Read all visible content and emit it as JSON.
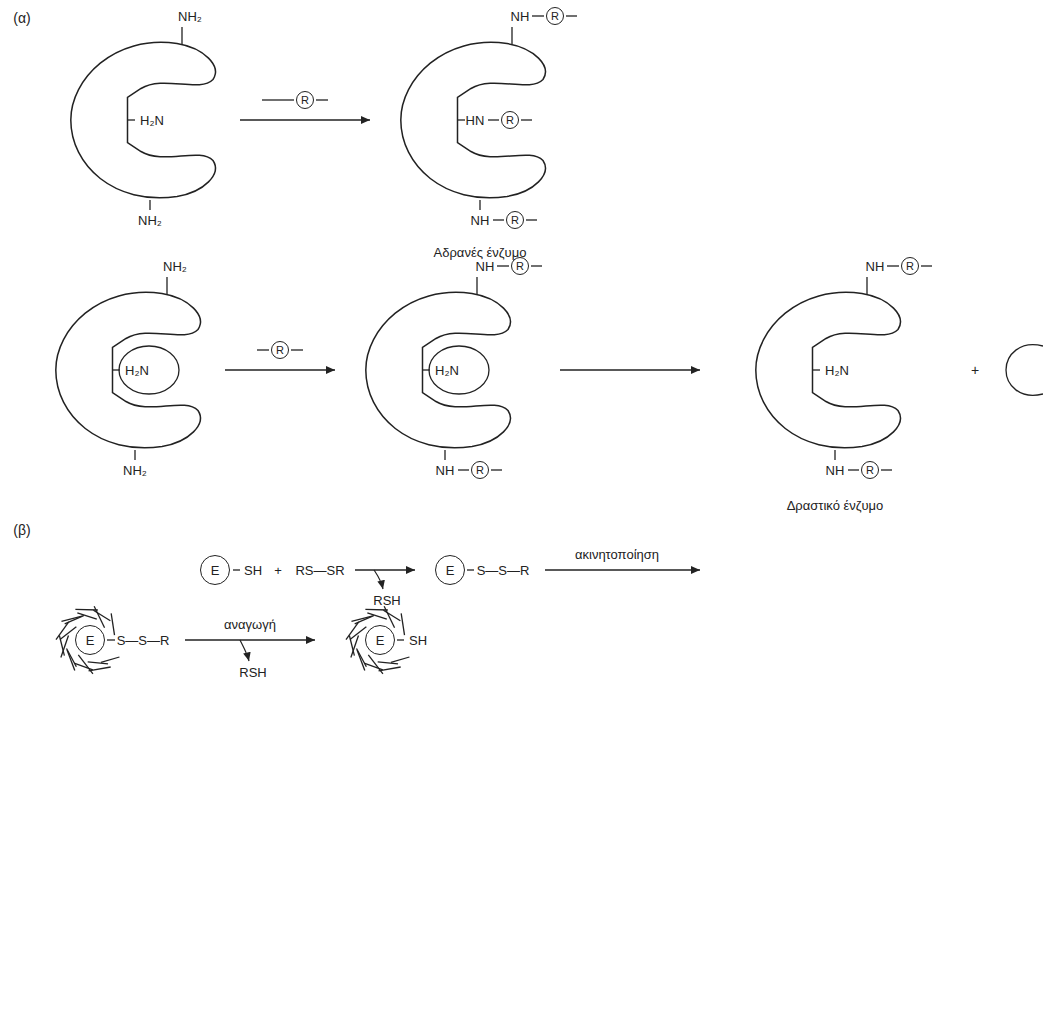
{
  "diagram": {
    "nodes": [
      {
        "text": [
          "E"
        ]
      },
      {
        "text": [
          "E"
        ]
      },
      {
        "text": [
          "E"
        ]
      },
      {
        "text": [
          "E"
        ]
      }
    ],
    "labels": [
      "(α)",
      "NH₂",
      "H₂N",
      "NH₂",
      "R",
      "NH",
      "R",
      "HN",
      "R",
      "NH",
      "R",
      "Αδρανές ένζυμο",
      "NH₂",
      "H₂N",
      "NH₂",
      "R",
      "NH",
      "R",
      "H₂N",
      "NH",
      "R",
      "NH",
      "R",
      "H₂N",
      "NH",
      "R",
      "Δραστικό ένζυμο",
      "+",
      "(β)",
      "SH",
      "+",
      "RS—SR",
      "RSH",
      "S—S—R",
      "ακινητοποίηση",
      "S—S—R",
      "αναγωγή",
      "RSH",
      "SH"
    ]
  }
}
